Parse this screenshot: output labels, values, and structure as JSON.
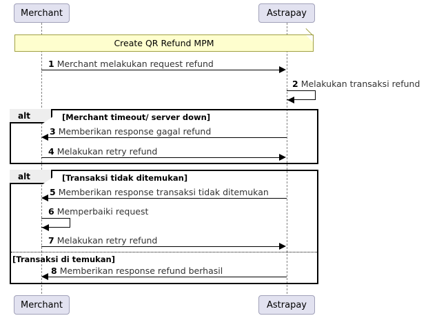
{
  "diagram": {
    "type": "uml-sequence-diagram",
    "title": "Create QR Refund MPM",
    "participants": [
      {
        "id": "merchant",
        "label": "Merchant"
      },
      {
        "id": "astrapay",
        "label": "Astrapay"
      }
    ],
    "note": {
      "text": "Create QR Refund MPM"
    },
    "fragments": [
      {
        "operator": "alt",
        "conditions": [
          "[Merchant timeout/ server down]"
        ]
      },
      {
        "operator": "alt",
        "conditions": [
          "[Transaksi tidak ditemukan]",
          "[Transaksi di temukan]"
        ]
      }
    ],
    "messages": [
      {
        "num": "1",
        "text": "Merchant melakukan request refund",
        "from": "merchant",
        "to": "astrapay",
        "direction": "right"
      },
      {
        "num": "2",
        "text": "Melakukan transaksi refund",
        "from": "astrapay",
        "to": "astrapay",
        "direction": "self"
      },
      {
        "num": "3",
        "text": "Memberikan response gagal refund",
        "from": "astrapay",
        "to": "merchant",
        "direction": "left"
      },
      {
        "num": "4",
        "text": "Melakukan retry refund",
        "from": "merchant",
        "to": "astrapay",
        "direction": "right"
      },
      {
        "num": "5",
        "text": "Memberikan response transaksi tidak ditemukan",
        "from": "astrapay",
        "to": "merchant",
        "direction": "left"
      },
      {
        "num": "6",
        "text": "Memperbaiki request",
        "from": "merchant",
        "to": "merchant",
        "direction": "self"
      },
      {
        "num": "7",
        "text": "Melakukan retry refund",
        "from": "merchant",
        "to": "astrapay",
        "direction": "right"
      },
      {
        "num": "8",
        "text": "Memberikan response refund berhasil",
        "from": "astrapay",
        "to": "merchant",
        "direction": "left"
      }
    ],
    "colors": {
      "participant_fill": "#E2E2F0",
      "participant_border": "#A0A0B8",
      "note_fill": "#FEFECE",
      "note_border": "#A0A040",
      "fragment_tab_fill": "#EEEEEE",
      "line": "#000000",
      "lifeline": "#808080",
      "background": "#FFFFFF"
    }
  }
}
